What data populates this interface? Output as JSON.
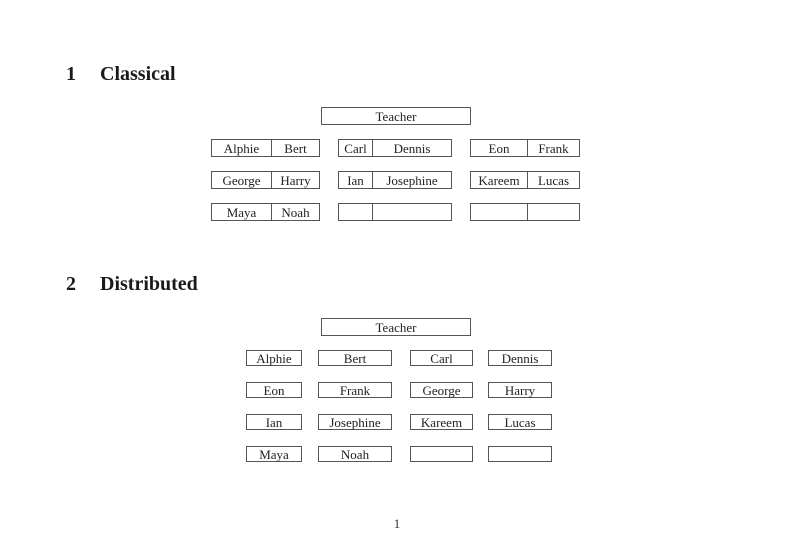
{
  "colors": {
    "background": "#ffffff",
    "text": "#222222",
    "border": "#555555"
  },
  "page_number": "1",
  "sections": [
    {
      "heading_number": "1",
      "heading_title": "Classical",
      "teacher_label": "Teacher",
      "desk_rows": [
        [
          {
            "left": "Alphie",
            "right": "Bert"
          },
          {
            "left": "Carl",
            "right": "Dennis"
          },
          {
            "left": "Eon",
            "right": "Frank"
          }
        ],
        [
          {
            "left": "George",
            "right": "Harry"
          },
          {
            "left": "Ian",
            "right": "Josephine"
          },
          {
            "left": "Kareem",
            "right": "Lucas"
          }
        ],
        [
          {
            "left": "Maya",
            "right": "Noah"
          },
          {
            "left": "",
            "right": ""
          },
          {
            "left": "",
            "right": ""
          }
        ]
      ]
    },
    {
      "heading_number": "2",
      "heading_title": "Distributed",
      "teacher_label": "Teacher",
      "seat_rows": [
        [
          "Alphie",
          "Bert",
          "Carl",
          "Dennis"
        ],
        [
          "Eon",
          "Frank",
          "George",
          "Harry"
        ],
        [
          "Ian",
          "Josephine",
          "Kareem",
          "Lucas"
        ],
        [
          "Maya",
          "Noah",
          "",
          ""
        ]
      ]
    }
  ]
}
